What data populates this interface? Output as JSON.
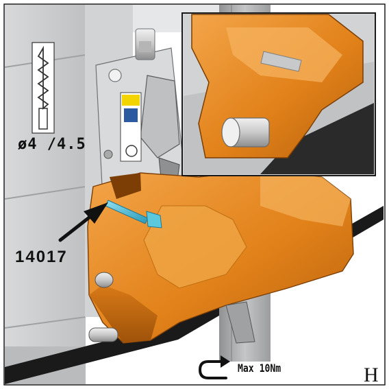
{
  "labels": {
    "drill_size": "ø4 /4.5",
    "part_number": "14017",
    "torque": "Max 10Nm",
    "step_letter": "H"
  },
  "icons": {
    "drill_bit": "drill-bit-icon",
    "torque_arrow": "rotate-clockwise-arrow-icon",
    "pointer_arrow": "pointer-arrow-icon"
  },
  "colors": {
    "cover_orange": "#e98a1f",
    "screw_cyan": "#49b9d2",
    "wall_grey": "#c9cacb",
    "rail_grey": "#a6a8aa",
    "outline": "#1a1a1a"
  }
}
